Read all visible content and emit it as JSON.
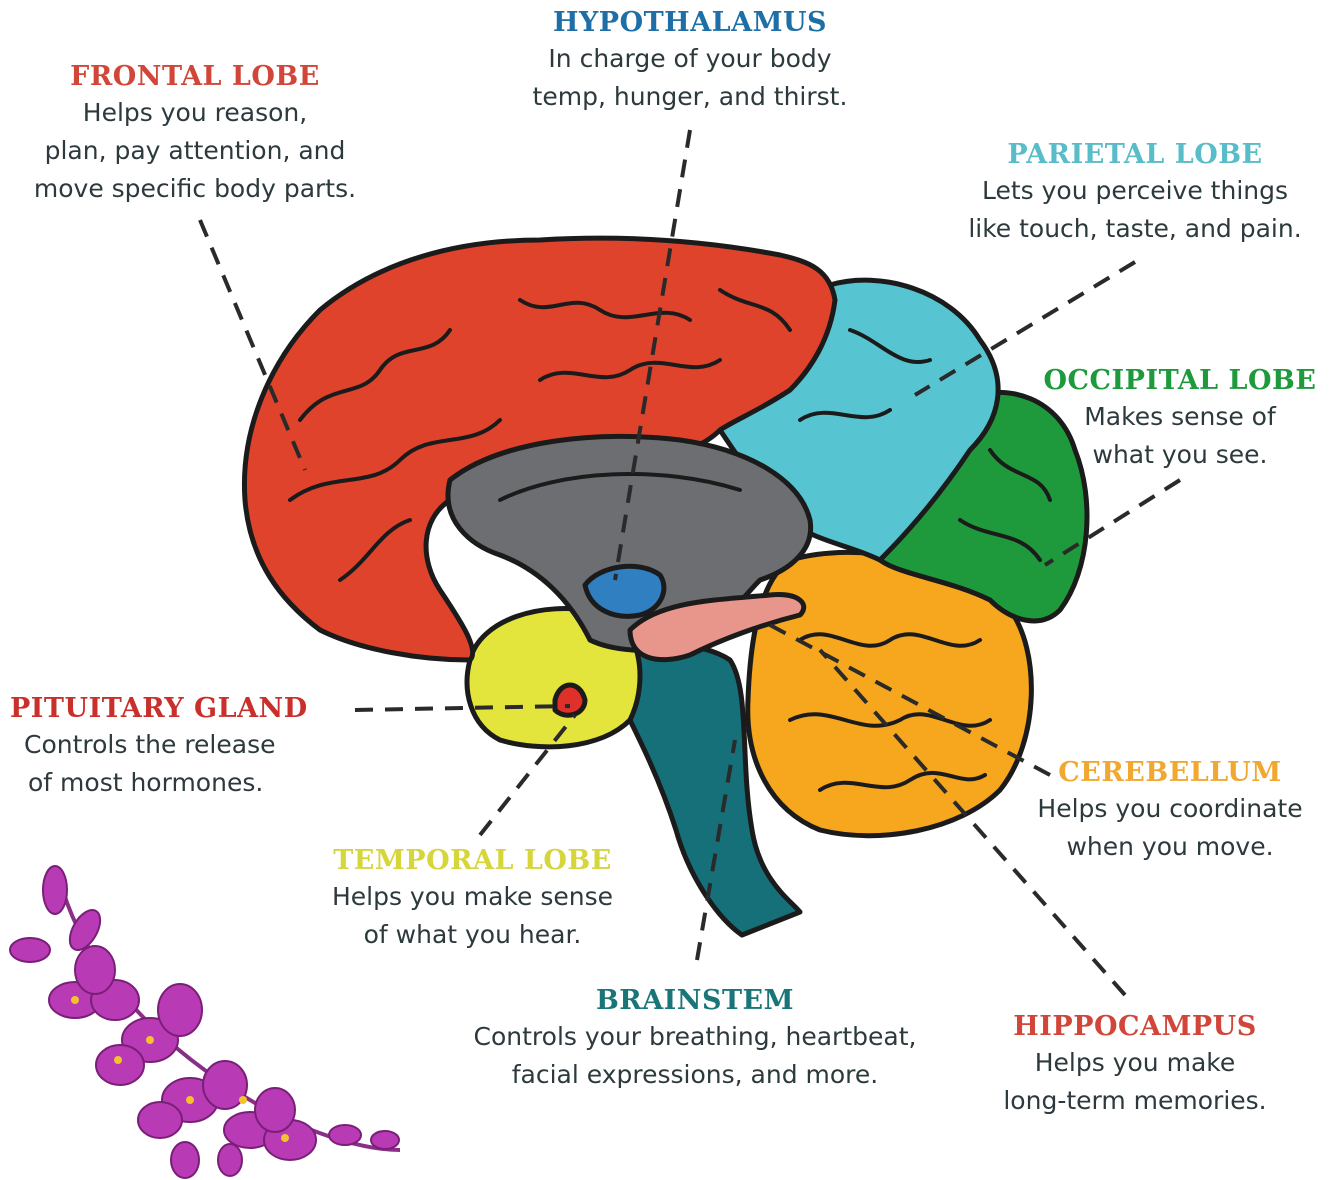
{
  "colors": {
    "frontal": "#e0432c",
    "parietal": "#56c5d1",
    "occipital": "#1e9a3c",
    "cerebellum": "#f6a71e",
    "temporal": "#e3e43c",
    "brainstem": "#16707a",
    "corpus": "#6d6e72",
    "hypothalamus": "#2f7fc1",
    "hippocampus": "#e8958c",
    "pituitary": "#e0302a",
    "outline": "#1b1b1b",
    "flower": "#b83bb5"
  },
  "labels": {
    "hypothalamus": {
      "title": "HYPOTHALAMUS",
      "desc": [
        "In charge of your body",
        "temp, hunger, and thirst."
      ],
      "color": "#1e6fa6"
    },
    "frontal": {
      "title": "FRONTAL LOBE",
      "desc": [
        "Helps you reason,",
        "plan, pay attention, and",
        "move specific body parts."
      ],
      "color": "#d2463a"
    },
    "parietal": {
      "title": "PARIETAL LOBE",
      "desc": [
        "Lets you perceive things",
        "like touch, taste, and pain."
      ],
      "color": "#58bcc9"
    },
    "occipital": {
      "title": "OCCIPITAL LOBE",
      "desc": [
        "Makes sense of",
        "what you see."
      ],
      "color": "#1d9a3b"
    },
    "pituitary": {
      "title": "PITUITARY GLAND",
      "desc": [
        "Controls the release",
        "of most hormones."
      ],
      "color": "#c9302c"
    },
    "cerebellum": {
      "title": "CEREBELLUM",
      "desc": [
        "Helps you coordinate",
        "when you move."
      ],
      "color": "#f0a830"
    },
    "temporal": {
      "title": "TEMPORAL LOBE",
      "desc": [
        "Helps you make sense",
        "of what you hear."
      ],
      "color": "#d6d63a"
    },
    "brainstem": {
      "title": "BRAINSTEM",
      "desc": [
        "Controls your breathing, heartbeat,",
        "facial expressions, and more."
      ],
      "color": "#1a7579"
    },
    "hippocampus": {
      "title": "HIPPOCAMPUS",
      "desc": [
        "Helps you make",
        "long-term memories."
      ],
      "color": "#d2463a"
    }
  }
}
